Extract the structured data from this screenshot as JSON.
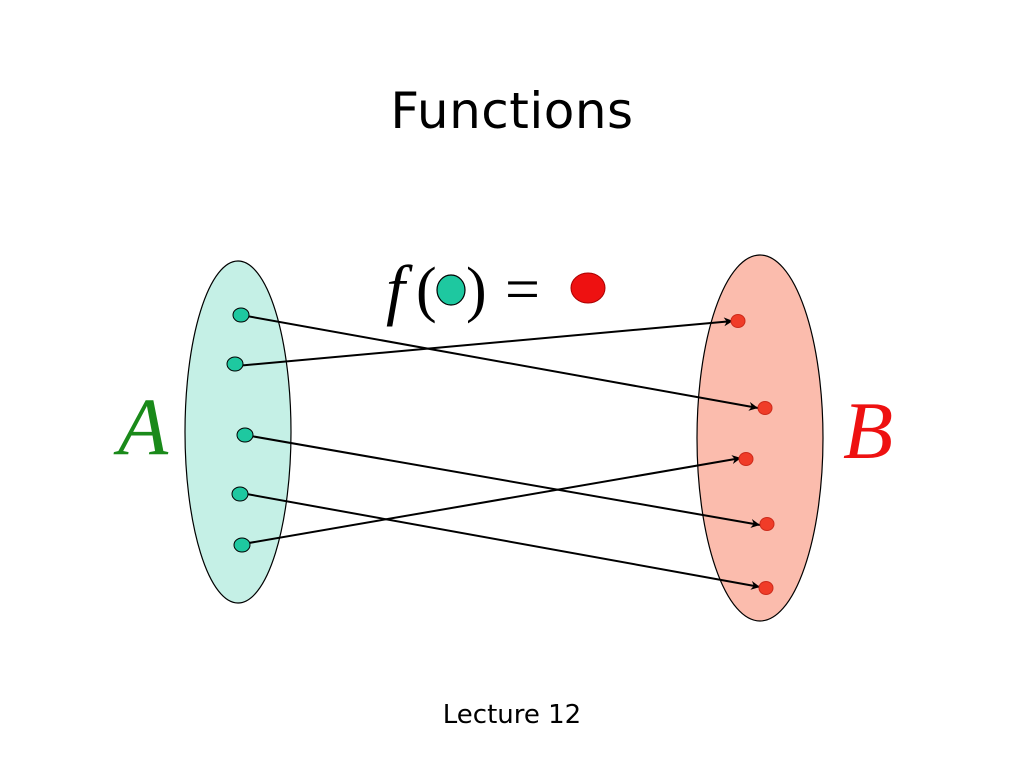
{
  "slide": {
    "title": "Functions",
    "footer": "Lecture 12"
  },
  "formula": {
    "func": "f",
    "open_paren": "(",
    "close_paren": ")",
    "equals": "="
  },
  "sets": {
    "domain_label": "A",
    "codomain_label": "B"
  },
  "colors": {
    "domain_fill": "#c5f0e6",
    "domain_point": "#1ec8a0",
    "domain_label": "#1a8a1a",
    "codomain_fill": "#fbbcad",
    "codomain_point": "#f03c28",
    "codomain_label": "#ee1111",
    "formula_red_dot": "#ee1111"
  }
}
